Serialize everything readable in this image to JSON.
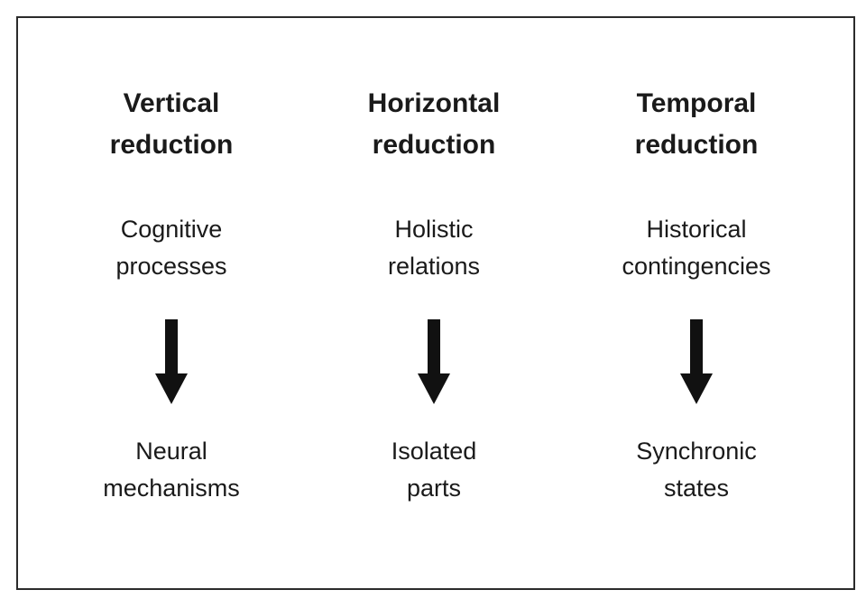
{
  "columns": [
    {
      "heading": [
        "Vertical",
        "reduction"
      ],
      "from": [
        "Cognitive",
        "processes"
      ],
      "to": [
        "Neural",
        "mechanisms"
      ]
    },
    {
      "heading": [
        "Horizontal",
        "reduction"
      ],
      "from": [
        "Holistic",
        "relations"
      ],
      "to": [
        "Isolated",
        "parts"
      ]
    },
    {
      "heading": [
        "Temporal",
        "reduction"
      ],
      "from": [
        "Historical",
        "contingencies"
      ],
      "to": [
        "Synchronic",
        "states"
      ]
    }
  ],
  "arrow_icon": "down-arrow-icon",
  "colors": {
    "text": "#1a1a1a",
    "arrow": "#111111",
    "border": "#2b2b2b"
  }
}
